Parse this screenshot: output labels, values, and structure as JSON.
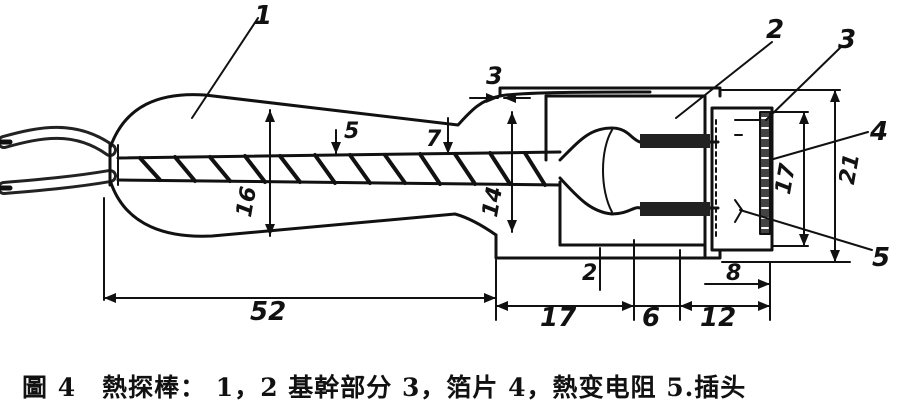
{
  "part_numbers": {
    "p1": "1",
    "p2": "2",
    "p3": "3",
    "p4": "4",
    "p5": "5"
  },
  "dimensions": {
    "d3": "3",
    "d5": "5",
    "d7": "7",
    "d16": "16",
    "d14": "14",
    "d21": "21",
    "d17v": "17",
    "d8": "8",
    "d2": "2",
    "d52": "52",
    "d17h": "17",
    "d6": "6",
    "d12": "12"
  },
  "caption": "圖 4　熱探棒： 1，2 基幹部分 3，箔片 4，熱变电阻 5.插头",
  "colors": {
    "ink": "#111111",
    "paper": "#ffffff"
  }
}
